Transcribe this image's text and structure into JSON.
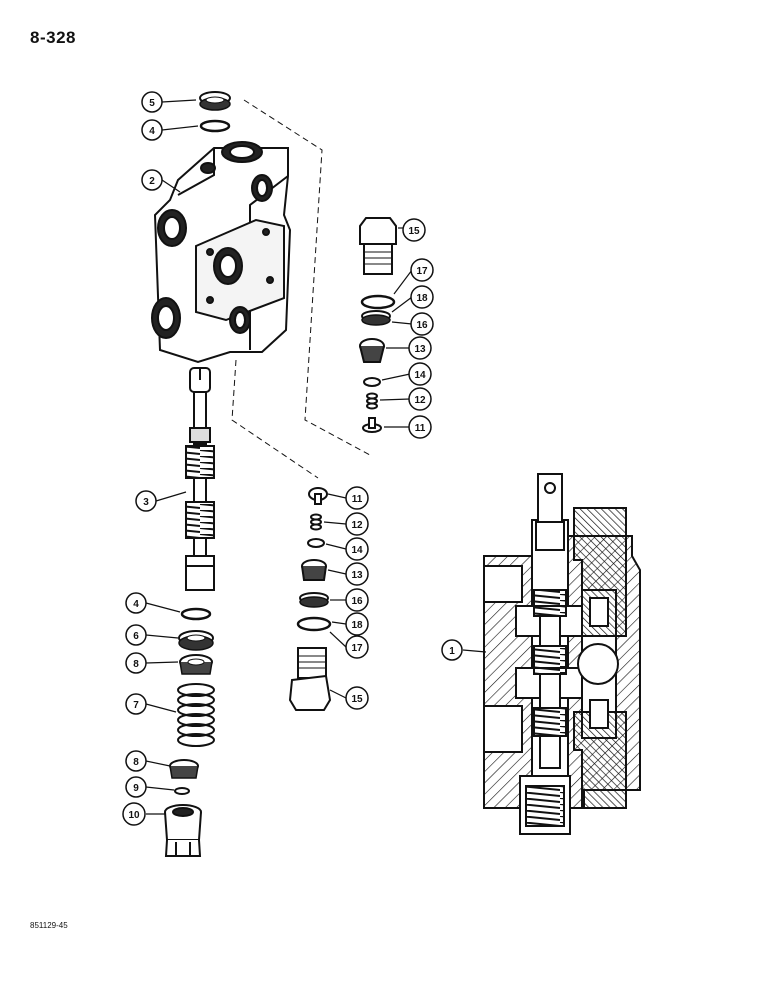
{
  "page_number": "8-328",
  "drawing_code": "851129-45",
  "callouts": {
    "c5a": "5",
    "c4a": "4",
    "c2": "2",
    "c3": "3",
    "c4b": "4",
    "c6": "6",
    "c8a": "8",
    "c7": "7",
    "c8b": "8",
    "c9": "9",
    "c10": "10",
    "c15a": "15",
    "c17a": "17",
    "c18a": "18",
    "c16a": "16",
    "c13a": "13",
    "c14a": "14",
    "c12a": "12",
    "c11a": "11",
    "c11b": "11",
    "c12b": "12",
    "c14b": "14",
    "c13b": "13",
    "c16b": "16",
    "c18b": "18",
    "c17b": "17",
    "c15b": "15",
    "c1": "1"
  },
  "colors": {
    "ink": "#111111",
    "paper": "#ffffff",
    "shade": "#555555"
  }
}
